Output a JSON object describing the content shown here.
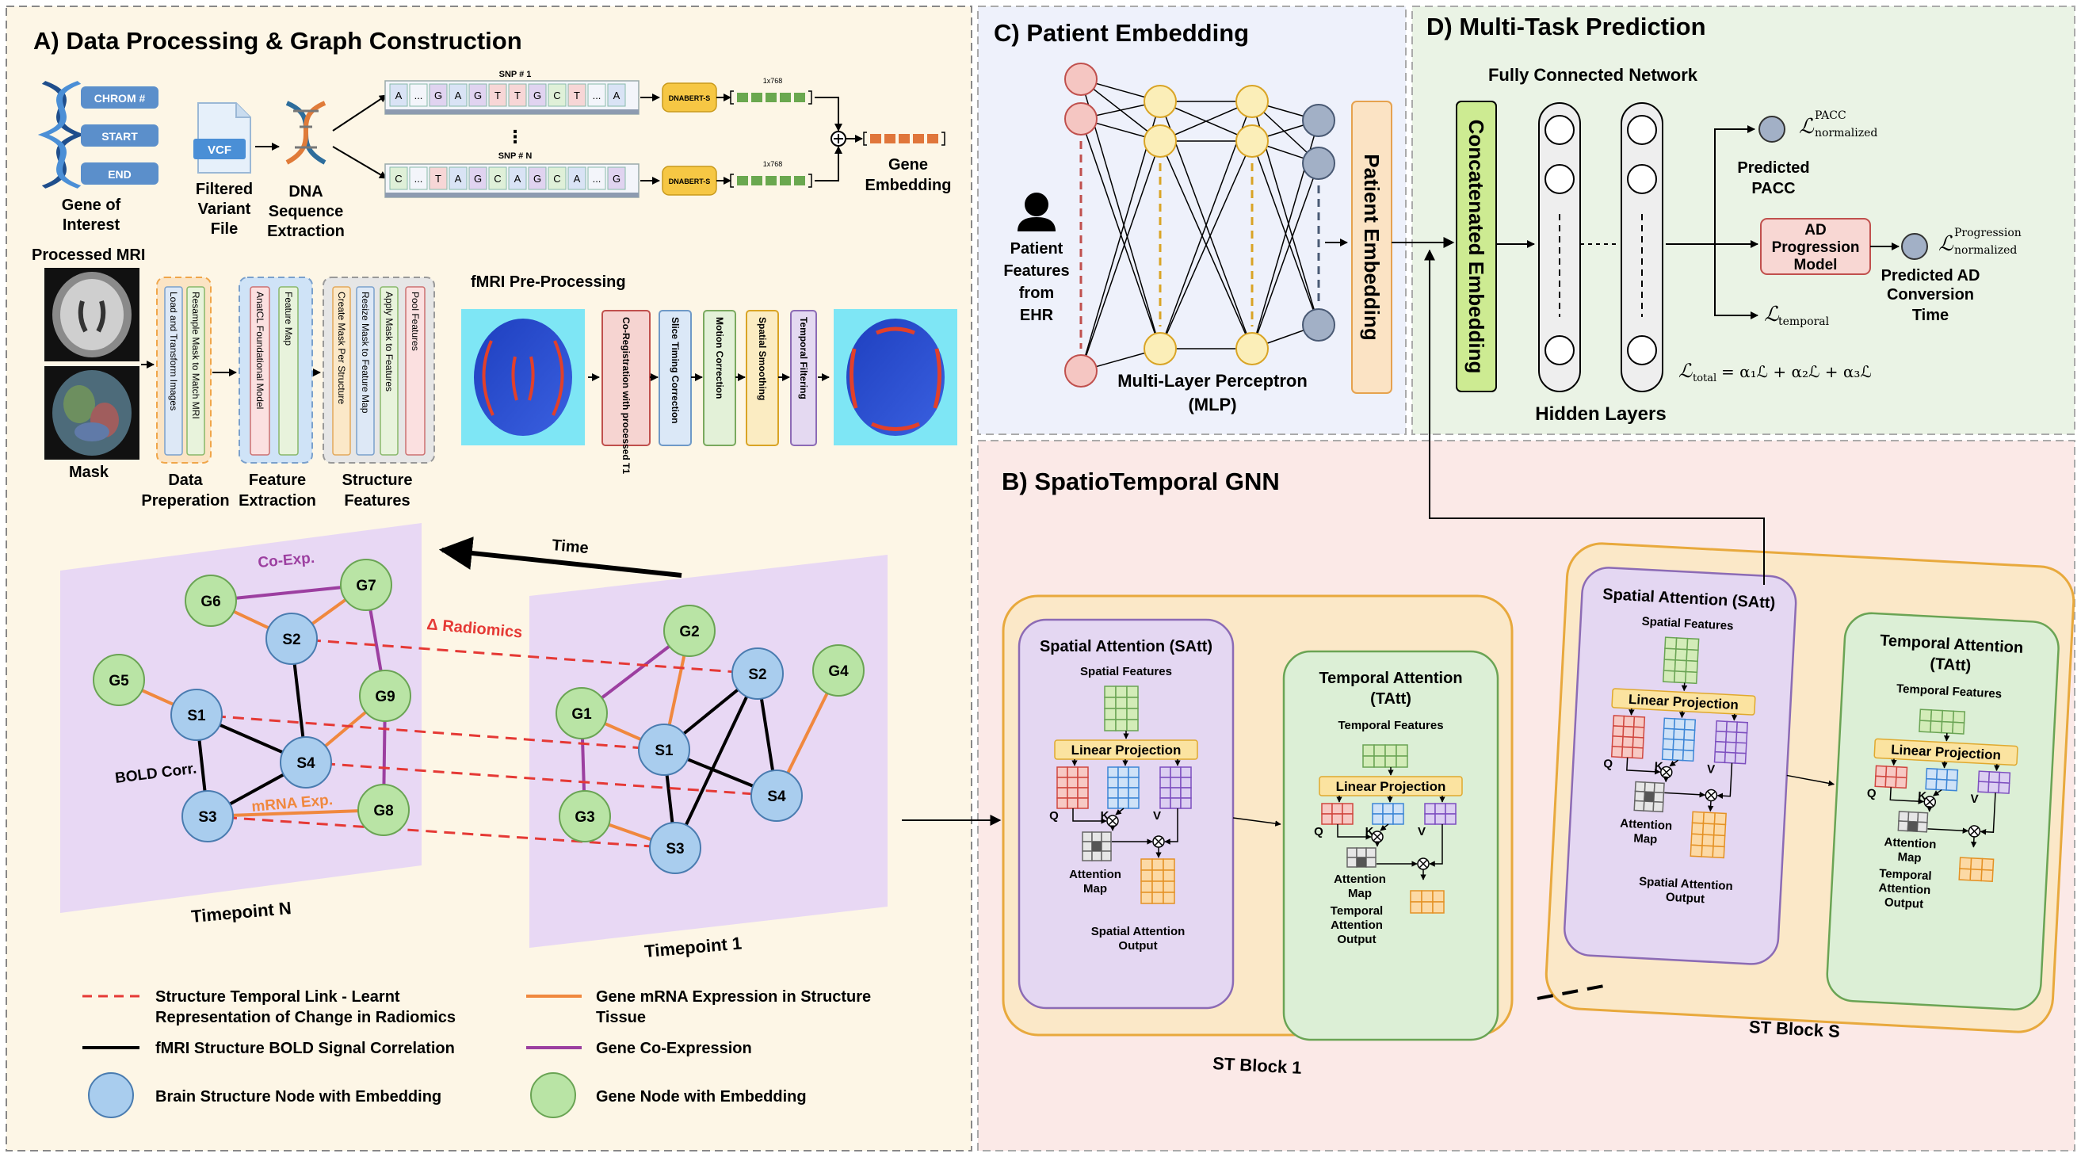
{
  "panels": {
    "a_title": "A) Data Processing & Graph Construction",
    "b_title": "B) SpatioTemporal GNN",
    "c_title": "C) Patient Embedding",
    "d_title": "D) Multi-Task Prediction"
  },
  "gene_pipeline": {
    "chrom": "CHROM #",
    "start": "START",
    "end": "END",
    "gene_of_interest_1": "Gene of",
    "gene_of_interest_2": "Interest",
    "vcf": "VCF",
    "filtered_1": "Filtered",
    "filtered_2": "Variant",
    "filtered_3": "File",
    "dna_1": "DNA",
    "dna_2": "Sequence",
    "dna_3": "Extraction",
    "snp_1": "SNP # 1",
    "snp_n": "SNP # N",
    "seq_1": [
      "A",
      "...",
      "G",
      "A",
      "G",
      "T",
      "T",
      "G",
      "C",
      "T",
      "...",
      "A"
    ],
    "seq_n": [
      "C",
      "...",
      "T",
      "A",
      "G",
      "C",
      "A",
      "G",
      "C",
      "A",
      "...",
      "G"
    ],
    "dnabert": "DNABERT-S",
    "dim": "1x768",
    "gene_emb_1": "Gene",
    "gene_emb_2": "Embedding"
  },
  "mri_pipeline": {
    "processed_mri": "Processed MRI",
    "mask": "Mask",
    "step1": "Load and Transform Images",
    "step2": "Resample Mask to Match MRI",
    "data_prep_1": "Data",
    "data_prep_2": "Preperation",
    "step3": "AnatCL Foundational Model",
    "step4": "Feature Map",
    "feat_ext_1": "Feature",
    "feat_ext_2": "Extraction",
    "step5": "Create Mask Per Structure",
    "step6": "Resize Mask to Feature Map",
    "step7": "Apply Mask to Features",
    "step8": "Pool Features",
    "struct_1": "Structure",
    "struct_2": "Features"
  },
  "fmri_pipeline": {
    "title": "fMRI Pre-Processing",
    "steps": [
      "Co-Registration with processed T1",
      "Slice Timing Correction",
      "Motion Correction",
      "Spatial Smoothing",
      "Temporal Filtering"
    ]
  },
  "graph": {
    "time": "Time",
    "co_exp": "Co-Exp.",
    "delta_radiomics": "Δ Radiomics",
    "bold_corr": "BOLD Corr.",
    "mrna_exp": "mRNA Exp.",
    "timepoint_n": "Timepoint N",
    "timepoint_1": "Timepoint 1",
    "nodes_n": [
      "G6",
      "G7",
      "S2",
      "G5",
      "S1",
      "G9",
      "S4",
      "S3",
      "G8"
    ],
    "nodes_1": [
      "G2",
      "S2",
      "G4",
      "G1",
      "S1",
      "S4",
      "G3",
      "S3"
    ]
  },
  "legend": {
    "temporal_link_1": "Structure Temporal Link - Learnt",
    "temporal_link_2": "Representation of Change in Radiomics",
    "bold": "fMRI Structure BOLD Signal Correlation",
    "brain_node": "Brain Structure Node with Embedding",
    "mrna_1": "Gene mRNA Expression in Structure",
    "mrna_2": "Tissue",
    "coexp": "Gene Co-Expression",
    "gene_node": "Gene Node with Embedding",
    "colors": {
      "temporal": "#e53935",
      "bold": "#000000",
      "mrna": "#f0883e",
      "coexp": "#9c3fa0",
      "brain": "#a9cdee",
      "gene": "#b9e4a5"
    }
  },
  "patient": {
    "features_1": "Patient",
    "features_2": "Features",
    "features_3": "from",
    "features_4": "EHR",
    "mlp_1": "Multi-Layer Perceptron",
    "mlp_2": "(MLP)",
    "embedding": "Patient Embedding"
  },
  "prediction": {
    "fcn": "Fully Connected Network",
    "concat": "Concatenated Embedding",
    "hidden": "Hidden Layers",
    "pred_pacc_1": "Predicted",
    "pred_pacc_2": "PACC",
    "ad_model_1": "AD",
    "ad_model_2": "Progression",
    "ad_model_3": "Model",
    "pred_ad_1": "Predicted AD",
    "pred_ad_2": "Conversion",
    "pred_ad_3": "Time",
    "loss_pacc_sup": "PACC",
    "loss_prog_sup": "Progression",
    "loss_sub": "normalized",
    "loss_temporal_sub": "temporal",
    "loss_total_sub": "total",
    "loss_total_rhs": "= α₁ℒ + α₂ℒ + α₃ℒ"
  },
  "stgnn": {
    "satt": "Spatial Attention (SAtt)",
    "spatial_features": "Spatial Features",
    "linear_projection": "Linear Projection",
    "q": "Q",
    "k": "K",
    "v": "V",
    "attention_map_1": "Attention",
    "attention_map_2": "Map",
    "spatial_out_1": "Spatial Attention",
    "spatial_out_2": "Output",
    "tatt_1": "Temporal  Attention",
    "tatt_2": "(TAtt)",
    "temporal_features": "Temporal Features",
    "temporal_out_1": "Temporal",
    "temporal_out_2": "Attention",
    "temporal_out_3": "Output",
    "block_1": "ST Block 1",
    "block_s": "ST Block S"
  }
}
